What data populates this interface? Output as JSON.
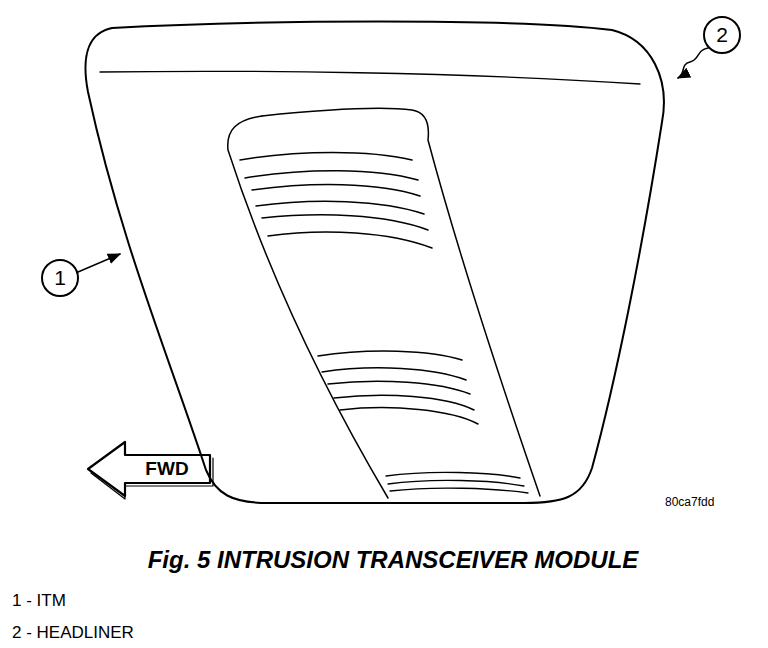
{
  "diagram": {
    "caption": "Fig. 5 INTRUSION TRANSCEIVER MODULE",
    "labels": [
      "1",
      "2",
      "FWD",
      "80ca7fdd",
      "1 - ITM",
      "2 - HEADLINER"
    ]
  }
}
